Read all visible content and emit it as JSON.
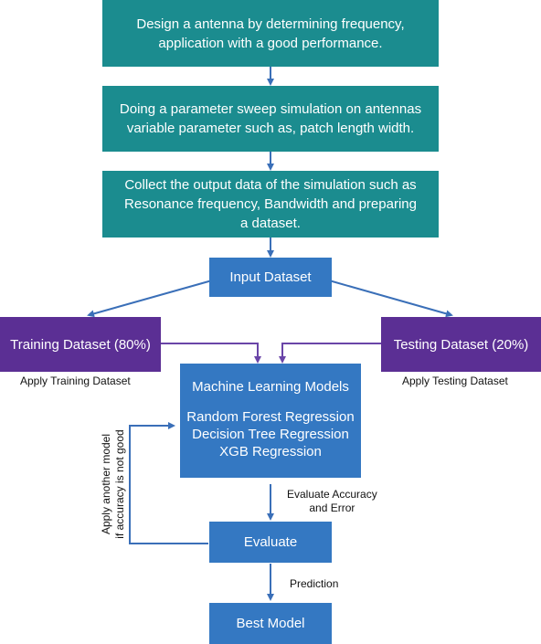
{
  "colors": {
    "teal": "#1b8c8f",
    "blue": "#3478c2",
    "purple": "#5b2f94",
    "arrow": "#3a6fb8",
    "purple_arrow": "#6a45a8"
  },
  "steps": {
    "design": [
      "Design a antenna by determining frequency,",
      "application with a good performance."
    ],
    "sweep": [
      "Doing a parameter sweep simulation on antennas",
      "variable parameter such as, patch length width."
    ],
    "collect": [
      "Collect the output data of the simulation such as",
      "Resonance frequency, Bandwidth and preparing",
      "a dataset."
    ],
    "input": "Input Dataset",
    "training": "Training Dataset (80%)",
    "testing": "Testing Dataset (20%)",
    "models": {
      "title": "Machine Learning Models",
      "items": [
        "Random Forest Regression",
        "Decision Tree Regression",
        "XGB Regression"
      ]
    },
    "evaluate": "Evaluate",
    "best": "Best Model"
  },
  "labels": {
    "apply_training": "Apply Training Dataset",
    "apply_testing": "Apply Testing Dataset",
    "evaluate_accuracy": [
      "Evaluate Accuracy",
      "and Error"
    ],
    "prediction": "Prediction",
    "feedback": [
      "Apply another model",
      "if accuracy is not good"
    ]
  }
}
